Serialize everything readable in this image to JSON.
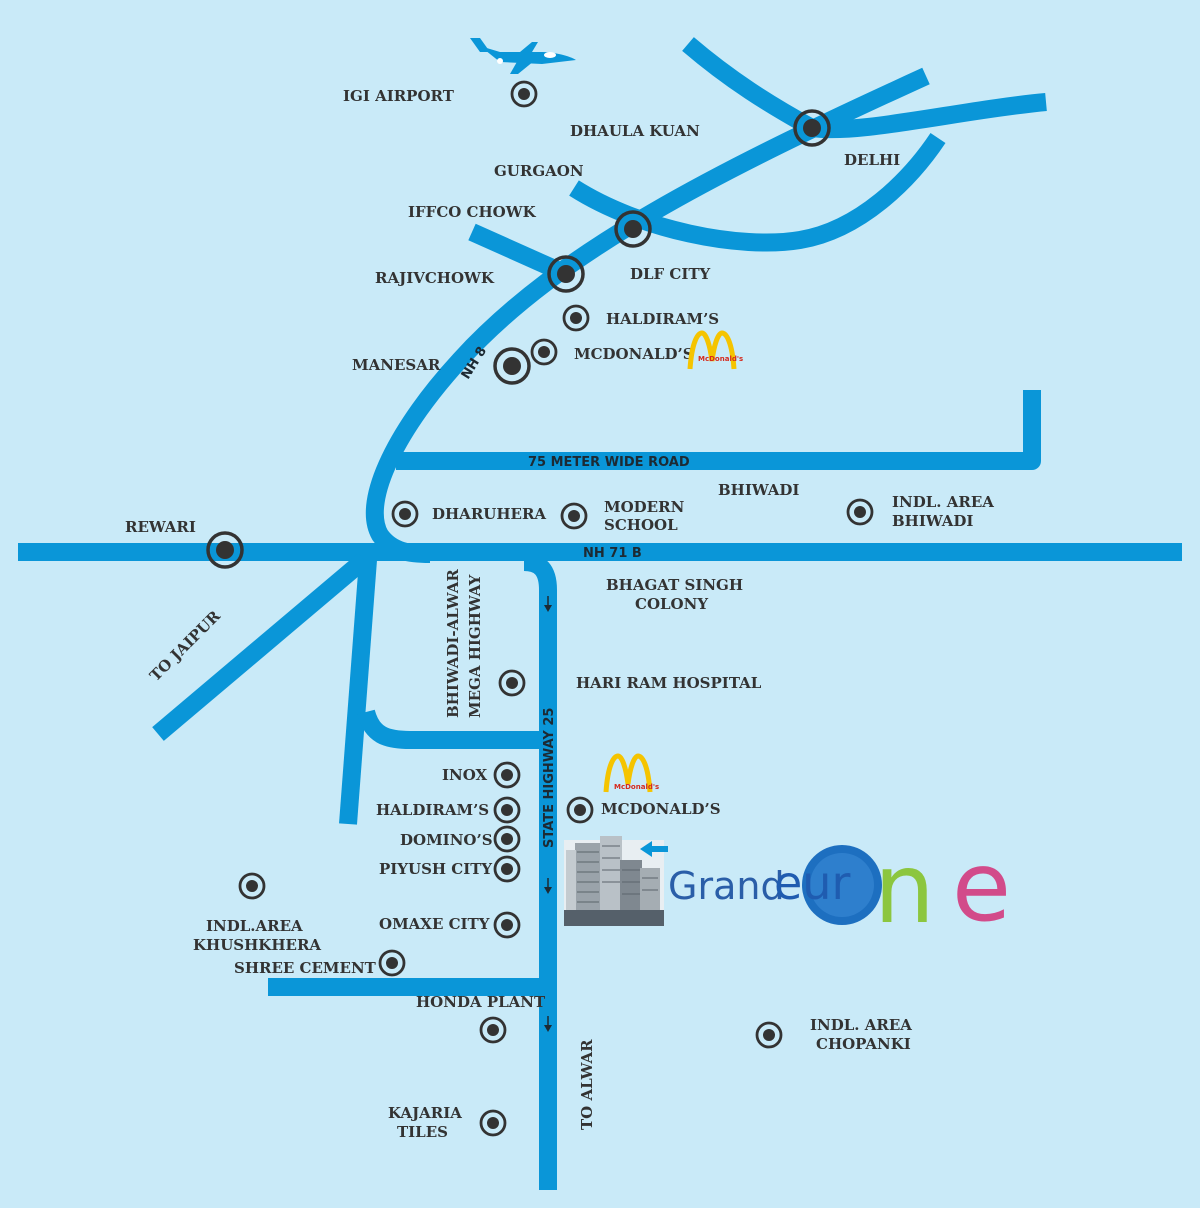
{
  "colors": {
    "background": "#c9eaf8",
    "road": "#0a96d8",
    "marker": "#333333",
    "label": "#333333",
    "brand_blue": "#2a5ea8",
    "brand_green": "#8cc63f",
    "brand_pink": "#d24b8a",
    "mcdonalds_yellow": "#f5c400",
    "mcdonalds_red": "#d52b1e"
  },
  "roads": {
    "nh8": "NH 8",
    "nh71b": "NH 71 B",
    "meter75": "75 METER WIDE ROAD",
    "sh25": "STATE HIGHWAY 25",
    "mega_line1": "BHIWADI-ALWAR",
    "mega_line2": "MEGA HIGHWAY",
    "to_jaipur": "TO JAIPUR",
    "to_alwar": "TO ALWAR"
  },
  "places": {
    "igi_airport": "IGI AIRPORT",
    "dhaula_kuan": "DHAULA KUAN",
    "delhi": "DELHI",
    "gurgaon": "GURGAON",
    "iffco_chowk": "IFFCO CHOWK",
    "dlf_city": "DLF CITY",
    "rajivchowk": "RAJIVCHOWK",
    "haldirams_top": "HALDIRAM’S",
    "manesar": "MANESAR",
    "mcdonalds_top": "MCDONALD’S",
    "bhiwadi": "BHIWADI",
    "dharuhera": "DHARUHERA",
    "modern_school_1": "MODERN",
    "modern_school_2": "SCHOOL",
    "indl_bhiwadi_1": "INDL. AREA",
    "indl_bhiwadi_2": "BHIWADI",
    "rewari": "REWARI",
    "bhagat_1": "BHAGAT SINGH",
    "bhagat_2": "COLONY",
    "hari_ram": "HARI RAM HOSPITAL",
    "inox": "INOX",
    "haldirams_bottom": "HALDIRAM’S",
    "mcdonalds_bottom": "MCDONALD’S",
    "dominos": "DOMINO’S",
    "piyush_city": "PIYUSH CITY",
    "khushkhera_1": "INDL.AREA",
    "khushkhera_2": "KHUSHKHERA",
    "omaxe_city": "OMAXE CITY",
    "shree_cement": "SHREE CEMENT",
    "honda_plant": "HONDA PLANT",
    "chopanki_1": "INDL. AREA",
    "chopanki_2": "CHOPANKI",
    "kajaria_1": "KAJARIA",
    "kajaria_2": "TILES"
  },
  "brand": {
    "part1": "Grand",
    "part2": "eur",
    "part3": "n",
    "part4": "e"
  },
  "mcdonalds_logo_text": "McDonald's",
  "icons": [
    "airplane-icon",
    "mcdonalds-logo-icon",
    "building-icon",
    "location-marker-icon",
    "arrow-left-icon",
    "arrow-down-icon"
  ]
}
